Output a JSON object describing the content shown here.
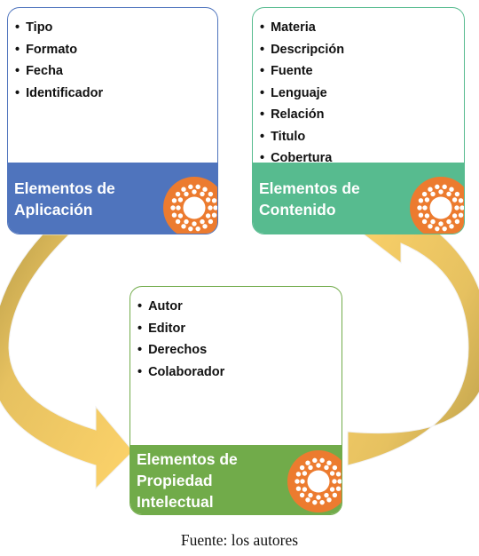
{
  "cards": [
    {
      "title_lines": [
        "Elementos de",
        "Aplicación"
      ],
      "items": [
        "Tipo",
        "Formato",
        "Fecha",
        "Identificador"
      ],
      "color": "#4f74bd"
    },
    {
      "title_lines": [
        "Elementos de",
        "Contenido"
      ],
      "items": [
        "Materia",
        "Descripción",
        "Fuente",
        "Lenguaje",
        "Relación",
        "Titulo",
        "Cobertura"
      ],
      "color": "#57bb8f"
    },
    {
      "title_lines": [
        "Elementos de",
        "Propiedad",
        "Intelectual"
      ],
      "items": [
        "Autor",
        "Editor",
        "Derechos",
        "Colaborador"
      ],
      "color": "#71ab4a"
    }
  ],
  "badge_color": "#ec7b2f",
  "arrow_color": "#fdd36a",
  "arrow_shade": "#c8a94f",
  "caption": "Fuente: los autores"
}
